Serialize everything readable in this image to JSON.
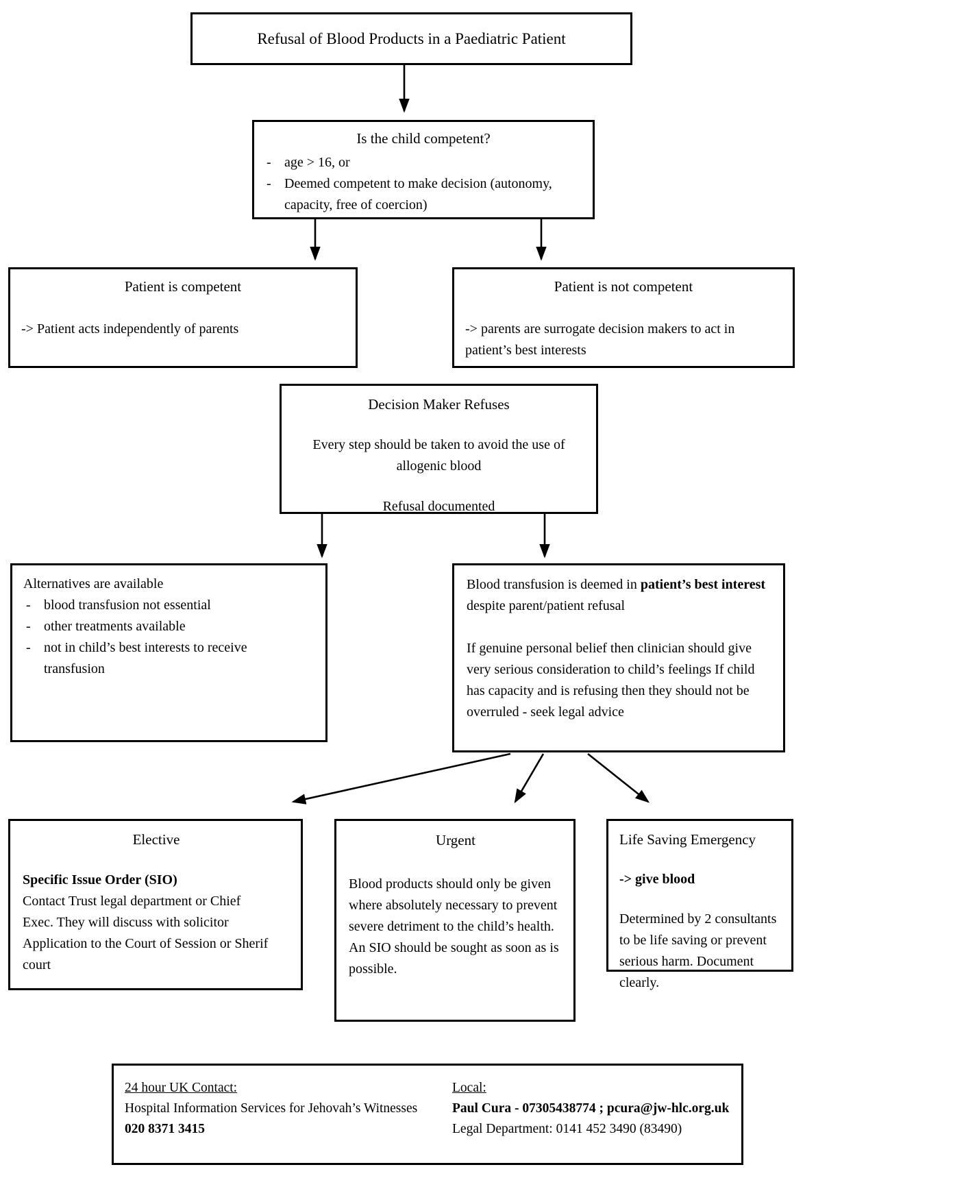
{
  "title_node": {
    "text": "Refusal of Blood Products in a Paediatric Patient"
  },
  "question_node": {
    "title": "Is the child competent?",
    "bullet_marker": "-",
    "bullets": [
      "age > 16, or",
      "Deemed competent to make decision (autonomy, capacity, free of coercion)"
    ]
  },
  "competent_node": {
    "title": "Patient is competent",
    "body": "-> Patient acts independently of parents"
  },
  "not_competent_node": {
    "title": "Patient is not competent",
    "body": "-> parents are surrogate decision makers to act in patient’s best interests"
  },
  "refuses_node": {
    "title": "Decision Maker Refuses",
    "body": "Every step should be taken to avoid the use of allogenic blood",
    "footer": "Refusal documented"
  },
  "alternatives_node": {
    "title": "Alternatives are available",
    "bullet_marker": "-",
    "bullets": [
      "blood transfusion not essential",
      "other treatments available",
      "not in child’s best interests to receive transfusion"
    ]
  },
  "best_interest_node": {
    "p1_prefix": "Blood transfusion is deemed in ",
    "p1_bold": "patient’s best interest",
    "p1_suffix": " despite parent/patient refusal",
    "p2": "If genuine personal belief then clinician should give very serious consideration to child’s feelings If child has capacity and is refusing then they should not be overruled - seek legal advice"
  },
  "elective_node": {
    "title": "Elective",
    "heading_bold": "Specific Issue Order (SIO)",
    "body": "Contact Trust legal department or Chief Exec. They will discuss with solicitor Application to the Court of Session or Sherif court"
  },
  "urgent_node": {
    "title": "Urgent",
    "body": "Blood products should only be given where absolutely necessary to prevent severe detriment to the child’s health. An SIO should be sought as soon as is possible."
  },
  "emergency_node": {
    "title": "Life Saving Emergency",
    "action_bold": "-> give blood",
    "body": "Determined by 2 consultants to be life saving or prevent serious harm. Document clearly."
  },
  "contact_box": {
    "uk_label": "24 hour UK Contact:",
    "uk_org": "Hospital Information Services for Jehovah’s Witnesses",
    "uk_phone": "020 8371 3415",
    "local_label": "Local:",
    "local_contact": "Paul Cura - 07305438774 ; pcura@jw-hlc.org.uk",
    "local_legal": "Legal Department: 0141 452 3490 (83490)"
  },
  "colors": {
    "border": "#000000",
    "background": "#ffffff",
    "text": "#000000"
  }
}
